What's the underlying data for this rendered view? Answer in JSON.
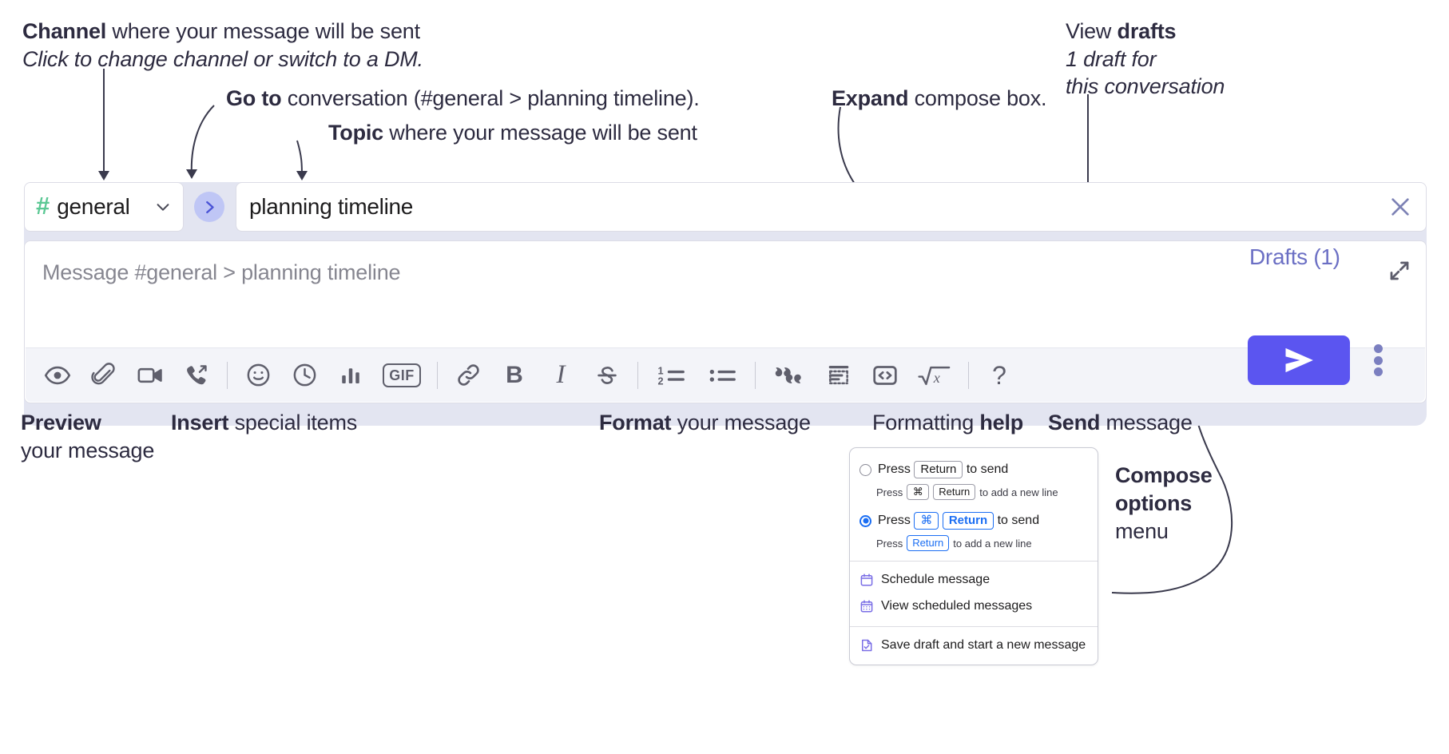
{
  "annotations": {
    "channel": {
      "bold": "Channel",
      "rest": " where your message will be sent",
      "sub": "Click to change channel or switch to a DM."
    },
    "goto": {
      "bold": "Go to",
      "rest": " conversation (#general > planning timeline)."
    },
    "topic": {
      "bold": "Topic",
      "rest": " where your message will be sent"
    },
    "expand": {
      "bold": "Expand",
      "rest": " compose box."
    },
    "drafts": {
      "plain": "View ",
      "bold": "drafts",
      "sub1": "1 draft for",
      "sub2": "this conversation"
    },
    "preview": {
      "bold": "Preview",
      "sub": "your message"
    },
    "insert": {
      "bold": "Insert",
      "rest": " special items"
    },
    "format": {
      "bold": "Format",
      "rest": " your message"
    },
    "help": {
      "plain": "Formatting ",
      "bold": "help"
    },
    "send": {
      "bold": "Send",
      "rest": " message"
    },
    "compose_options": {
      "bold1": "Compose",
      "bold2": "options",
      "rest": "menu"
    }
  },
  "compose": {
    "channel": {
      "hash": "#",
      "name": "general"
    },
    "topic": {
      "value": "planning timeline"
    },
    "message": {
      "placeholder": "Message #general > planning timeline"
    },
    "drafts_label": "Drafts (1)",
    "toolbar": [
      {
        "name": "preview-icon",
        "label": "Preview"
      },
      {
        "name": "attachment-icon",
        "label": "Attach file"
      },
      {
        "name": "video-icon",
        "label": "Video clip"
      },
      {
        "name": "audio-call-icon",
        "label": "Audio clip"
      },
      {
        "name": "separator",
        "label": ""
      },
      {
        "name": "emoji-icon",
        "label": "Emoji"
      },
      {
        "name": "clock-icon",
        "label": "Reminder"
      },
      {
        "name": "poll-icon",
        "label": "Poll"
      },
      {
        "name": "gif-icon",
        "label": "GIF"
      },
      {
        "name": "separator",
        "label": ""
      },
      {
        "name": "link-icon",
        "label": "Link"
      },
      {
        "name": "bold-icon",
        "label": "B"
      },
      {
        "name": "italic-icon",
        "label": "I"
      },
      {
        "name": "strikethrough-icon",
        "label": "S"
      },
      {
        "name": "separator",
        "label": ""
      },
      {
        "name": "ordered-list-icon",
        "label": "Ordered list"
      },
      {
        "name": "bullet-list-icon",
        "label": "Bulleted list"
      },
      {
        "name": "separator",
        "label": ""
      },
      {
        "name": "blockquote-icon",
        "label": "Blockquote"
      },
      {
        "name": "code-block-icon",
        "label": "Code block"
      },
      {
        "name": "code-icon",
        "label": "Code"
      },
      {
        "name": "math-icon",
        "label": "Math"
      },
      {
        "name": "separator",
        "label": ""
      },
      {
        "name": "help-icon",
        "label": "?"
      }
    ]
  },
  "popup": {
    "options": [
      {
        "selected": false,
        "main_pre": "Press",
        "main_key": "Return",
        "main_post": "to send",
        "sub_pre": "Press",
        "sub_key1": "⌘",
        "sub_key2": "Return",
        "sub_post": "to add a new line"
      },
      {
        "selected": true,
        "main_pre": "Press",
        "main_key1": "⌘",
        "main_key2": "Return",
        "main_post": "to send",
        "sub_pre": "Press",
        "sub_key": "Return",
        "sub_post": "to add a new line"
      }
    ],
    "items": [
      {
        "icon": "calendar-icon",
        "label": "Schedule message"
      },
      {
        "icon": "calendar-grid-icon",
        "label": "View scheduled messages"
      },
      {
        "icon": "save-draft-icon",
        "label": "Save draft and start a new message"
      }
    ]
  },
  "colors": {
    "panel_bg": "#e3e5f1",
    "send_button": "#5b55f0",
    "hash_green": "#5bc894",
    "drafts_purple": "#6b6fc4",
    "goto_circle": "#bfc6f5",
    "menu_icon_purple": "#7a6ee6",
    "radio_blue": "#1b6ef3"
  }
}
